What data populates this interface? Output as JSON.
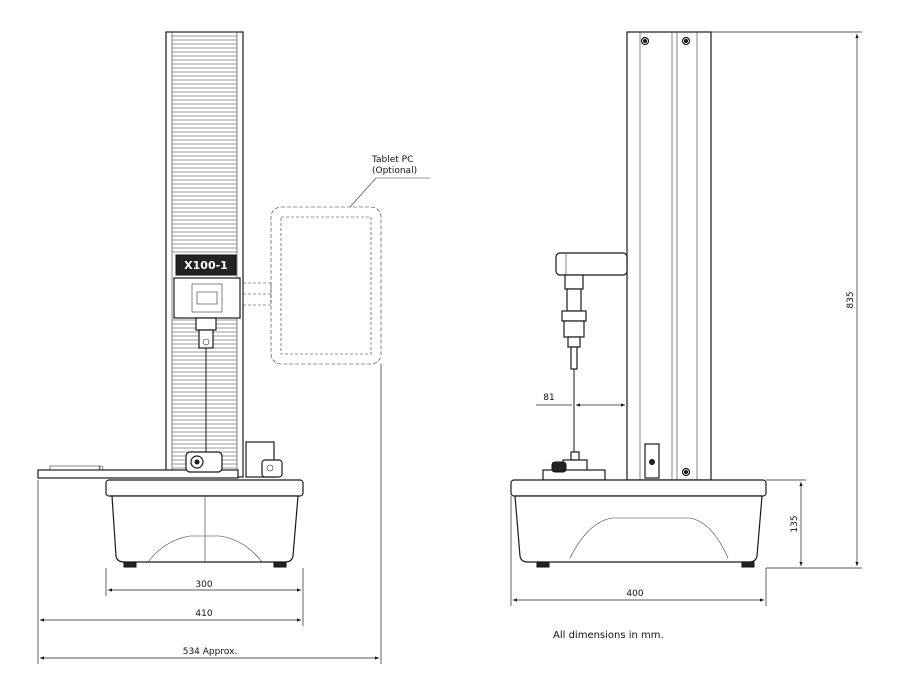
{
  "front_view": {
    "model_label": "X100-1",
    "tablet_label_line1": "Tablet PC",
    "tablet_label_line2": "(Optional)",
    "dim_base_width": "300",
    "dim_overall_base": "410",
    "dim_overall_total": "534 Approx."
  },
  "side_view": {
    "dim_height": "835",
    "dim_base_height": "135",
    "dim_offset": "81",
    "dim_base_depth": "400"
  },
  "note": "All dimensions in mm."
}
